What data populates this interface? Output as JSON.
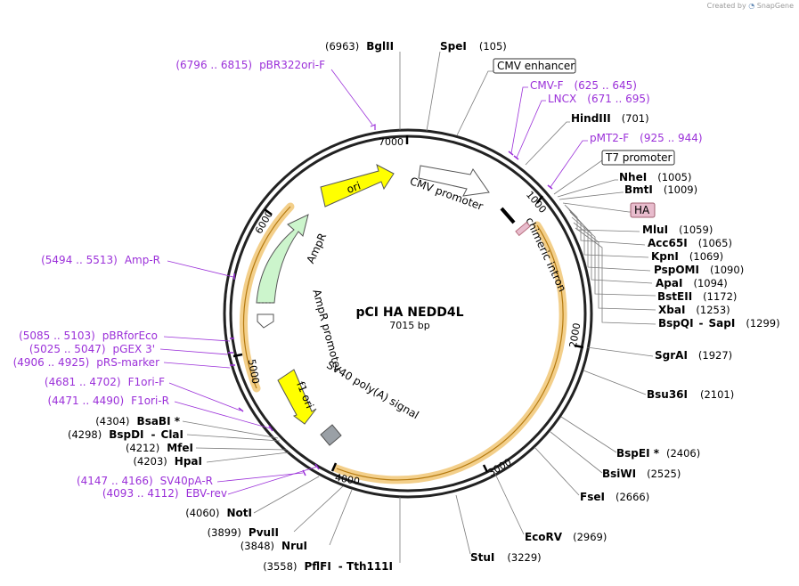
{
  "credit": {
    "prefix": "Created by",
    "brand": "SnapGene"
  },
  "plasmid": {
    "name": "pCI HA NEDD4L",
    "length": "7015 bp"
  },
  "ring_numbers": [
    "1000",
    "2000",
    "3000",
    "4000",
    "5000",
    "6000",
    "7000"
  ],
  "sites": [
    {
      "name": "BglII",
      "pos": "(6963)"
    },
    {
      "name": "SpeI",
      "pos": "(105)"
    },
    {
      "name": "HindIII",
      "pos": "(701)"
    },
    {
      "name": "NheI",
      "pos": "(1005)"
    },
    {
      "name": "BmtI",
      "pos": "(1009)"
    },
    {
      "name": "MluI",
      "pos": "(1059)"
    },
    {
      "name": "Acc65I",
      "pos": "(1065)"
    },
    {
      "name": "KpnI",
      "pos": "(1069)"
    },
    {
      "name": "PspOMI",
      "pos": "(1090)"
    },
    {
      "name": "ApaI",
      "pos": "(1094)"
    },
    {
      "name": "BstEII",
      "pos": "(1172)"
    },
    {
      "name": "XbaI",
      "pos": "(1253)"
    },
    {
      "name": "BspQI",
      "name2": "SapI",
      "pos": "(1299)"
    },
    {
      "name": "SgrAI",
      "pos": "(1927)"
    },
    {
      "name": "Bsu36I",
      "pos": "(2101)"
    },
    {
      "name": "BspEI *",
      "pos": "(2406)"
    },
    {
      "name": "BsiWI",
      "pos": "(2525)"
    },
    {
      "name": "FseI",
      "pos": "(2666)"
    },
    {
      "name": "EcoRV",
      "pos": "(2969)"
    },
    {
      "name": "StuI",
      "pos": "(3229)"
    },
    {
      "name": "PflFI",
      "name2": "Tth111I",
      "pos": "(3558)"
    },
    {
      "name": "NruI",
      "pos": "(3848)"
    },
    {
      "name": "PvuII",
      "pos": "(3899)"
    },
    {
      "name": "NotI",
      "pos": "(4060)"
    },
    {
      "name": "HpaI",
      "pos": "(4203)"
    },
    {
      "name": "MfeI",
      "pos": "(4212)"
    },
    {
      "name": "BspDI",
      "name2": "ClaI",
      "pos": "(4298)"
    },
    {
      "name": "BsaBI *",
      "pos": "(4304)"
    }
  ],
  "primers": [
    {
      "name": "pBR322ori-F",
      "range": "(6796 .. 6815)"
    },
    {
      "name": "CMV-F",
      "range": "(625 .. 645)"
    },
    {
      "name": "LNCX",
      "range": "(671 .. 695)"
    },
    {
      "name": "pMT2-F",
      "range": "(925 .. 944)"
    },
    {
      "name": "Amp-R",
      "range": "(5494 .. 5513)"
    },
    {
      "name": "pBRforEco",
      "range": "(5085 .. 5103)"
    },
    {
      "name": "pGEX 3'",
      "range": "(5025 .. 5047)"
    },
    {
      "name": "pRS-marker",
      "range": "(4906 .. 4925)"
    },
    {
      "name": "F1ori-F",
      "range": "(4681 .. 4702)"
    },
    {
      "name": "F1ori-R",
      "range": "(4471 .. 4490)"
    },
    {
      "name": "SV40pA-R",
      "range": "(4147 .. 4166)"
    },
    {
      "name": "EBV-rev",
      "range": "(4093 .. 4112)"
    }
  ],
  "boxed_features": [
    {
      "name": "CMV enhancer"
    },
    {
      "name": "T7 promoter"
    },
    {
      "name": "HA"
    }
  ],
  "inner_features": [
    {
      "name": "ori"
    },
    {
      "name": "CMV promoter"
    },
    {
      "name": "chimeric intron"
    },
    {
      "name": "AmpR"
    },
    {
      "name": "AmpR promoter"
    },
    {
      "name": "f1 ori"
    },
    {
      "name": "SV40 poly(A) signal"
    }
  ],
  "colors": {
    "primer": "#9b30d9",
    "ori": "#ffff00",
    "ampr": "#ccf5cc",
    "orf_highlight": "#f3cf8a",
    "ha_box": "#e8bccd"
  }
}
